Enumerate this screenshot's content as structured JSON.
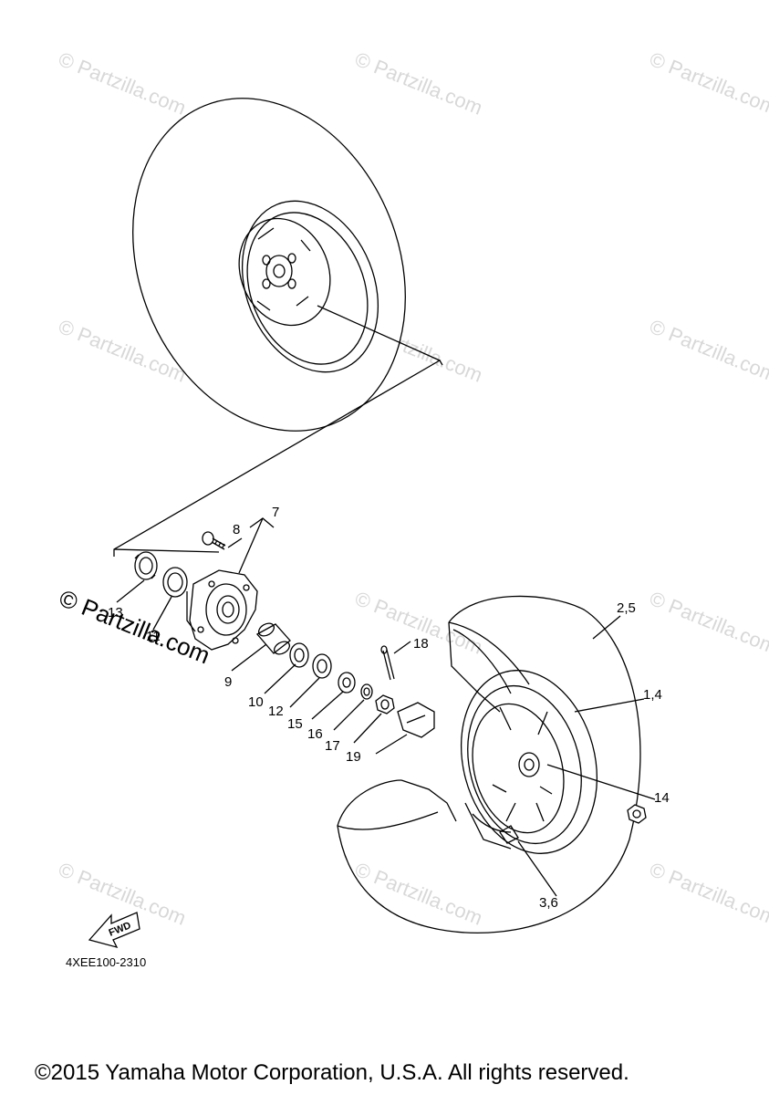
{
  "watermark": {
    "text": "© Partzilla.com",
    "color": "#d8d8d8"
  },
  "diagram": {
    "code": "4XEE100-2310",
    "fwd_label": "FWD",
    "callouts": [
      {
        "id": "7",
        "label": "7"
      },
      {
        "id": "8",
        "label": "8"
      },
      {
        "id": "13",
        "label": "13"
      },
      {
        "id": "11",
        "label": "11"
      },
      {
        "id": "9",
        "label": "9"
      },
      {
        "id": "10",
        "label": "10"
      },
      {
        "id": "12",
        "label": "12"
      },
      {
        "id": "15",
        "label": "15"
      },
      {
        "id": "16",
        "label": "16"
      },
      {
        "id": "17",
        "label": "17"
      },
      {
        "id": "18",
        "label": "18"
      },
      {
        "id": "19",
        "label": "19"
      },
      {
        "id": "2_5",
        "label": "2,5"
      },
      {
        "id": "1_4",
        "label": "1,4"
      },
      {
        "id": "14",
        "label": "14"
      },
      {
        "id": "3_6",
        "label": "3,6"
      }
    ]
  },
  "footer": {
    "copyright": "©2015 Yamaha Motor Corporation, U.S.A. All rights reserved."
  }
}
